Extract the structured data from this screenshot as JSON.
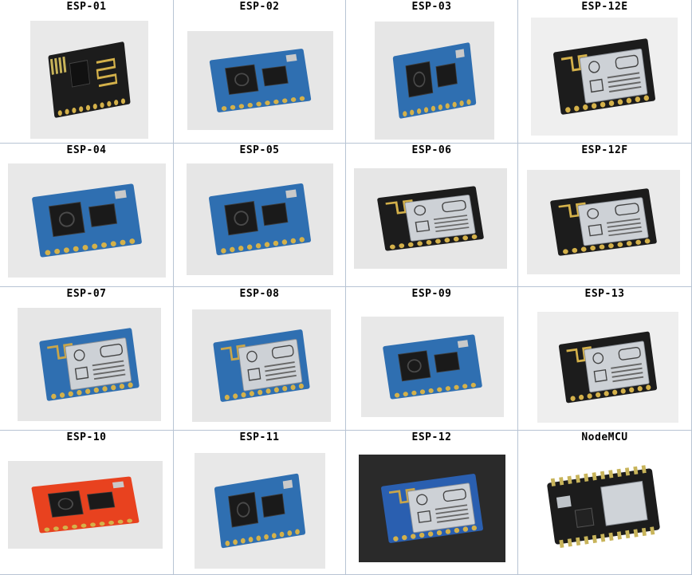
{
  "modules": [
    {
      "label": "ESP-01",
      "style": "esp01",
      "board": "#1c1c1c",
      "bg": "#e9e9e9"
    },
    {
      "label": "ESP-02",
      "style": "chips",
      "board": "#2f6fb1",
      "bg": "#e6e6e6"
    },
    {
      "label": "ESP-03",
      "style": "chips",
      "board": "#2f6fb1",
      "bg": "#e6e6e6"
    },
    {
      "label": "ESP-12E",
      "style": "shield",
      "board": "#1c1c1c",
      "bg": "#efefef"
    },
    {
      "label": "ESP-04",
      "style": "chips",
      "board": "#2f6fb1",
      "bg": "#e8e8e8"
    },
    {
      "label": "ESP-05",
      "style": "chips",
      "board": "#2f6fb1",
      "bg": "#e6e6e6"
    },
    {
      "label": "ESP-06",
      "style": "shield",
      "board": "#1c1c1c",
      "bg": "#e6e6e6"
    },
    {
      "label": "ESP-12F",
      "style": "shield",
      "board": "#1c1c1c",
      "bg": "#eaeaea"
    },
    {
      "label": "ESP-07",
      "style": "shield",
      "board": "#2f6fb1",
      "bg": "#e6e6e6"
    },
    {
      "label": "ESP-08",
      "style": "shield",
      "board": "#2f6fb1",
      "bg": "#e6e6e6"
    },
    {
      "label": "ESP-09",
      "style": "chips",
      "board": "#2f6fb1",
      "bg": "#e8e8e8"
    },
    {
      "label": "ESP-13",
      "style": "shield",
      "board": "#1c1c1c",
      "bg": "#eeeeee"
    },
    {
      "label": "ESP-10",
      "style": "chips",
      "board": "#e8421f",
      "bg": "#e6e6e6"
    },
    {
      "label": "ESP-11",
      "style": "chips",
      "board": "#2f6fb1",
      "bg": "#e8e8e8"
    },
    {
      "label": "ESP-12",
      "style": "shield",
      "board": "#2a5fb0",
      "bg": "#2a2a2a"
    },
    {
      "label": "NodeMCU",
      "style": "nodemcu",
      "board": "#1c1c1c",
      "bg": "#ffffff"
    }
  ]
}
